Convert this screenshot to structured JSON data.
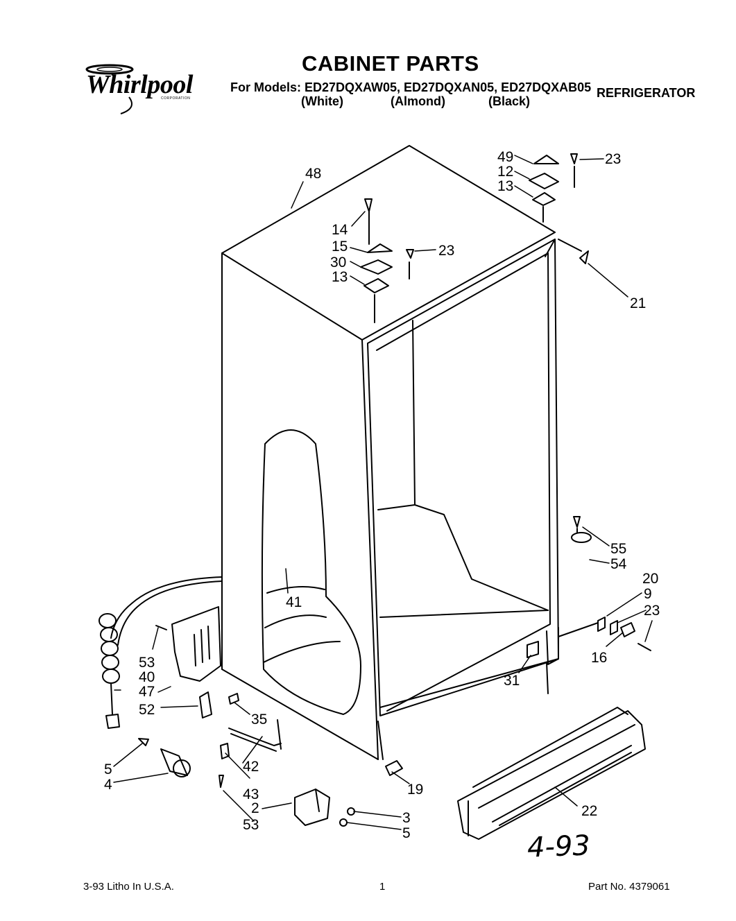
{
  "header": {
    "brand": "Whirlpool",
    "brand_sub": "CORPORATION",
    "title": "CABINET PARTS",
    "models_line": "For Models: ED27DQXAW05, ED27DQXAN05, ED27DQXAB05",
    "colors": [
      "(White)",
      "(Almond)",
      "(Black)"
    ],
    "product": "REFRIGERATOR"
  },
  "callouts": [
    "48",
    "49",
    "12",
    "13",
    "23",
    "14",
    "15",
    "23",
    "30",
    "13",
    "21",
    "55",
    "54",
    "20",
    "9",
    "23",
    "16",
    "31",
    "41",
    "53",
    "40",
    "47",
    "52",
    "35",
    "5",
    "4",
    "42",
    "43",
    "53",
    "2",
    "3",
    "5",
    "19",
    "22"
  ],
  "handwritten_note": "4-93",
  "footer": {
    "left": "3-93 Litho In U.S.A.",
    "center": "1",
    "right": "Part No. 4379061"
  }
}
